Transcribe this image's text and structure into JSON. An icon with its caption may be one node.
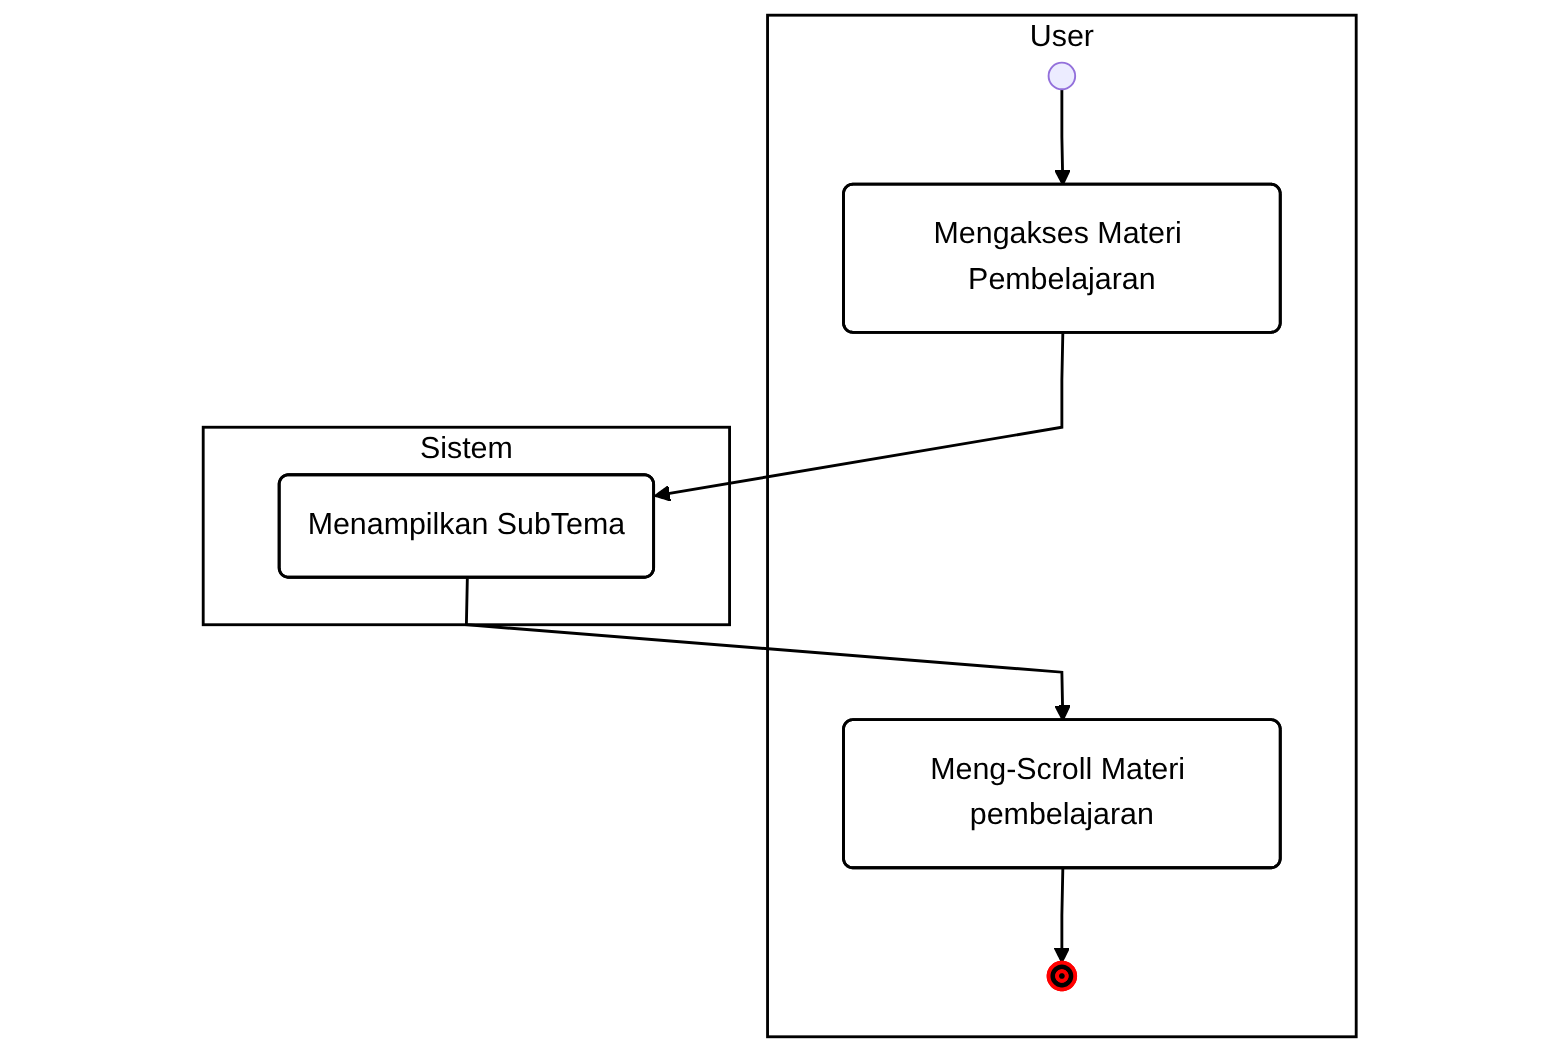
{
  "diagram": {
    "nodes": [
      {
        "text": [
          "User"
        ]
      },
      {
        "text": [
          "Sistem"
        ]
      },
      {
        "text": [],
        "shape": "circle",
        "in": 0
      },
      {
        "text": [
          "Mengakses Materi Pembelajaran"
        ],
        "in": 0
      },
      {
        "text": [
          "Menampilkan SubTema"
        ],
        "in": 1
      },
      {
        "text": [
          "Meng-Scroll Materi pembelajaran"
        ],
        "in": 0
      },
      {
        "text": [],
        "shape": "circle",
        "in": 0
      }
    ],
    "edges": [
      {
        "from": 2,
        "to": 3,
        "arrow": "to"
      },
      {
        "from": 3,
        "to": 4,
        "arrow": "to"
      },
      {
        "from": 4,
        "to": 5,
        "arrow": "to"
      },
      {
        "from": 5,
        "to": 6,
        "arrow": "to"
      }
    ]
  }
}
